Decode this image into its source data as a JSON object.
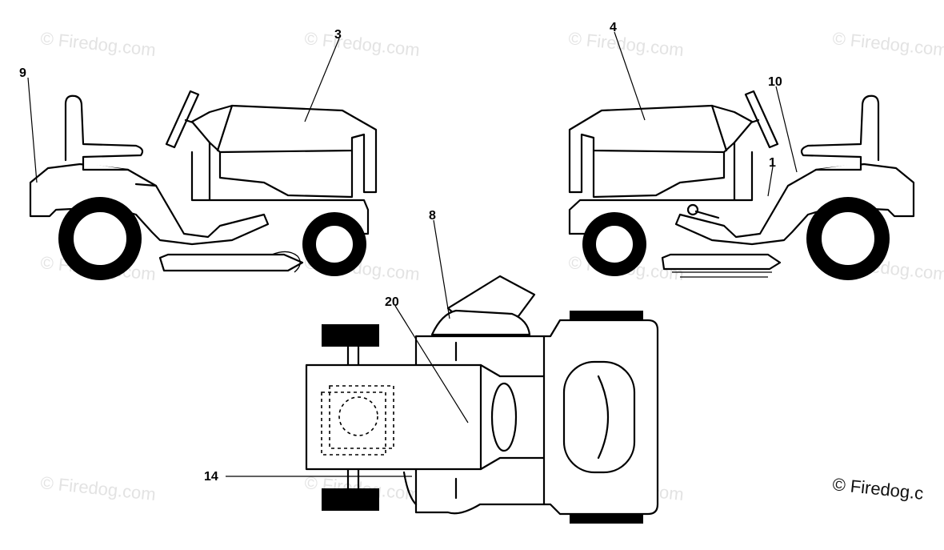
{
  "watermark_text": "© Firedog.com",
  "copyright_text": "© Firedog.c",
  "callouts": [
    {
      "id": "9",
      "label": "9"
    },
    {
      "id": "3",
      "label": "3"
    },
    {
      "id": "4",
      "label": "4"
    },
    {
      "id": "10",
      "label": "10"
    },
    {
      "id": "1",
      "label": "1"
    },
    {
      "id": "8",
      "label": "8"
    },
    {
      "id": "20",
      "label": "20"
    },
    {
      "id": "14",
      "label": "14"
    }
  ]
}
